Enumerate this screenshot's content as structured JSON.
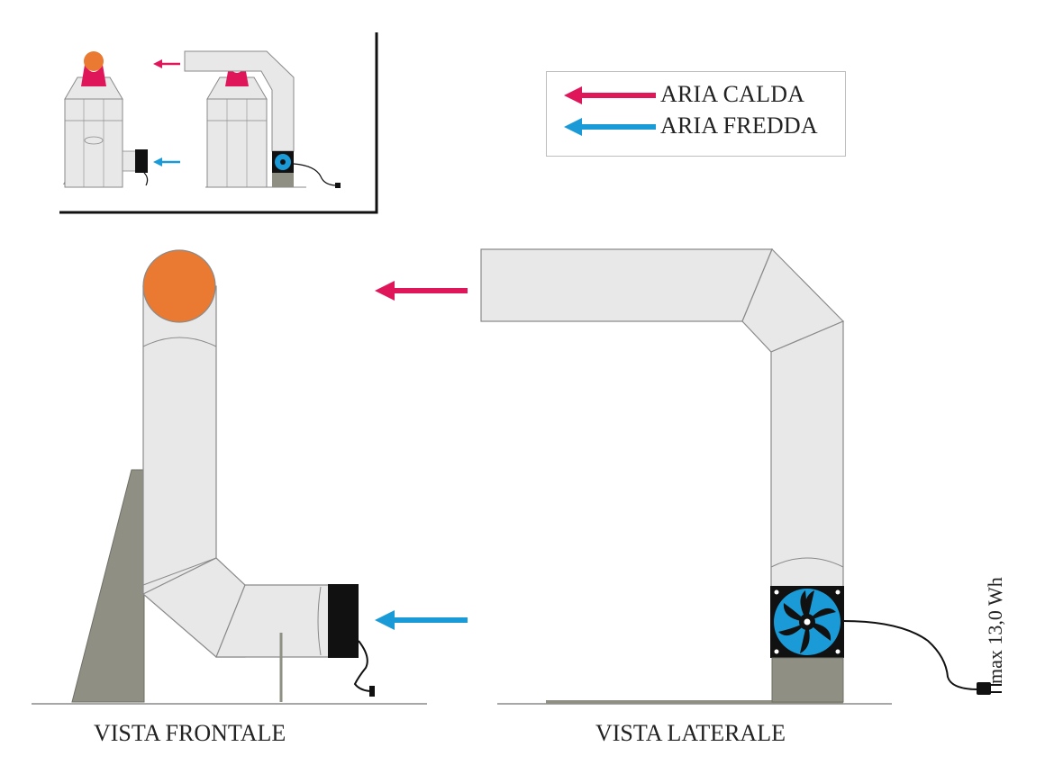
{
  "legend": {
    "hot_air": "ARIA CALDA",
    "cold_air": "ARIA FREDDA",
    "hot_color": "#e0165a",
    "cold_color": "#1a9bd7"
  },
  "views": {
    "front": "VISTA FRONTALE",
    "side": "VISTA LATERALE"
  },
  "power_label": "max 13,0 Wh",
  "colors": {
    "duct": "#e8e8e8",
    "duct_stroke": "#8a8a8a",
    "support": "#8f8f83",
    "outlet": "#ea7a32",
    "fan_blue": "#1a9bd7",
    "fan_black": "#111111"
  }
}
